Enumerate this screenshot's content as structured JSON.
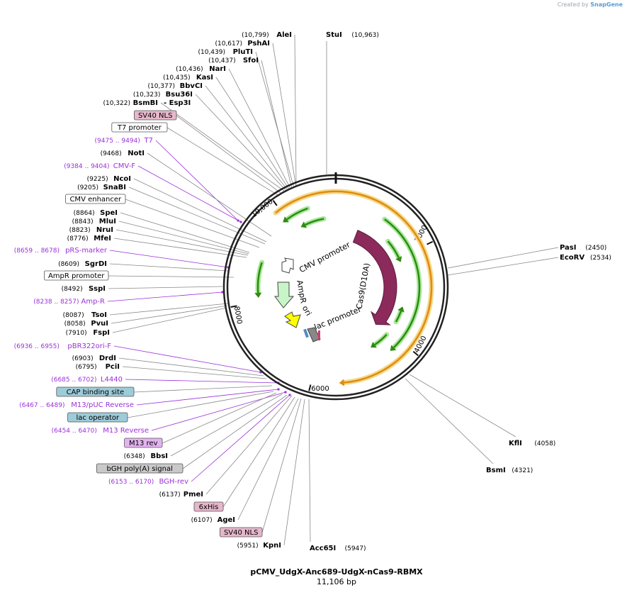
{
  "credit": {
    "prefix": "Created by",
    "brand": "SnapGene"
  },
  "plasmid": {
    "name": "pCMV_UdgX-Anc689-UdgX-nCas9-RBMX",
    "length_label": "11,106 bp",
    "length": 11106
  },
  "ticks": [
    "2000",
    "4000",
    "6000",
    "8000",
    "10,000"
  ],
  "left_labels": [
    {
      "kind": "site",
      "name": "AleI",
      "pos": "(10,799)"
    },
    {
      "kind": "site",
      "name": "PshAI",
      "pos": "(10,617)"
    },
    {
      "kind": "site",
      "name": "PluTI",
      "pos": "(10,439)"
    },
    {
      "kind": "site",
      "name": "SfoI",
      "pos": "(10,437)"
    },
    {
      "kind": "site",
      "name": "NarI",
      "pos": "(10,436)"
    },
    {
      "kind": "site",
      "name": "KasI",
      "pos": "(10,435)"
    },
    {
      "kind": "site",
      "name": "BbvCI",
      "pos": "(10,377)"
    },
    {
      "kind": "site",
      "name": "Bsu36I",
      "pos": "(10,323)"
    },
    {
      "kind": "site",
      "name": "BsmBI",
      "pos": "(10,322)",
      "extra": "- Esp3I"
    },
    {
      "kind": "box",
      "name": "SV40 NLS",
      "color": "#e6b7cb"
    },
    {
      "kind": "box",
      "name": "T7 promoter",
      "color": "#ffffff"
    },
    {
      "kind": "primer",
      "name": "T7",
      "pos": "(9475 .. 9494)"
    },
    {
      "kind": "site",
      "name": "NotI",
      "pos": "(9468)"
    },
    {
      "kind": "primer",
      "name": "CMV-F",
      "pos": "(9384 .. 9404)"
    },
    {
      "kind": "site",
      "name": "NcoI",
      "pos": "(9225)"
    },
    {
      "kind": "site",
      "name": "SnaBI",
      "pos": "(9205)"
    },
    {
      "kind": "box",
      "name": "CMV enhancer",
      "color": "#ffffff"
    },
    {
      "kind": "site",
      "name": "SpeI",
      "pos": "(8864)"
    },
    {
      "kind": "site",
      "name": "MluI",
      "pos": "(8843)"
    },
    {
      "kind": "site",
      "name": "NruI",
      "pos": "(8823)"
    },
    {
      "kind": "site",
      "name": "MfeI",
      "pos": "(8776)"
    },
    {
      "kind": "primer",
      "name": "pRS-marker",
      "pos": "(8659 .. 8678)"
    },
    {
      "kind": "site",
      "name": "SgrDI",
      "pos": "(8609)"
    },
    {
      "kind": "box",
      "name": "AmpR promoter",
      "color": "#ffffff"
    },
    {
      "kind": "site",
      "name": "SspI",
      "pos": "(8492)"
    },
    {
      "kind": "primer",
      "name": "Amp-R",
      "pos": "(8238 .. 8257)"
    },
    {
      "kind": "site",
      "name": "TsoI",
      "pos": "(8087)"
    },
    {
      "kind": "site",
      "name": "PvuI",
      "pos": "(8058)"
    },
    {
      "kind": "site",
      "name": "FspI",
      "pos": "(7910)"
    },
    {
      "kind": "primer",
      "name": "pBR322ori-F",
      "pos": "(6936 .. 6955)"
    },
    {
      "kind": "site",
      "name": "DrdI",
      "pos": "(6903)"
    },
    {
      "kind": "site",
      "name": "PciI",
      "pos": "(6795)"
    },
    {
      "kind": "primer",
      "name": "L4440",
      "pos": "(6685 .. 6702)"
    },
    {
      "kind": "box",
      "name": "CAP binding site",
      "color": "#9ecbd8"
    },
    {
      "kind": "primer",
      "name": "M13/pUC Reverse",
      "pos": "(6467 .. 6489)"
    },
    {
      "kind": "box",
      "name": "lac operator",
      "color": "#9ecbd8"
    },
    {
      "kind": "primer",
      "name": "M13 Reverse",
      "pos": "(6454 .. 6470)"
    },
    {
      "kind": "box",
      "name": "M13 rev",
      "color": "#e3b3f0"
    },
    {
      "kind": "site",
      "name": "BbsI",
      "pos": "(6348)"
    },
    {
      "kind": "box",
      "name": "bGH poly(A) signal",
      "color": "#c9c9c9"
    },
    {
      "kind": "primer",
      "name": "BGH-rev",
      "pos": "(6153 .. 6170)"
    },
    {
      "kind": "site",
      "name": "PmeI",
      "pos": "(6137)"
    },
    {
      "kind": "box",
      "name": "6xHis",
      "color": "#e6b7cb"
    },
    {
      "kind": "site",
      "name": "AgeI",
      "pos": "(6107)"
    },
    {
      "kind": "box",
      "name": "SV40 NLS",
      "color": "#e6b7cb"
    },
    {
      "kind": "site",
      "name": "KpnI",
      "pos": "(5951)"
    }
  ],
  "right_labels": [
    {
      "name": "StuI",
      "pos": "(10,963)"
    },
    {
      "name": "PasI",
      "pos": "(2450)"
    },
    {
      "name": "EcoRV",
      "pos": "(2534)"
    },
    {
      "name": "KflI",
      "pos": "(4058)"
    },
    {
      "name": "BsmI",
      "pos": "(4321)"
    },
    {
      "name": "Acc65I",
      "pos": "(5947)"
    }
  ],
  "features": [
    {
      "name": "Cas9(D10A)",
      "color": "#8c2a5c"
    },
    {
      "name": "CMV promoter",
      "color": "#ffffff"
    },
    {
      "name": "AmpR",
      "color": "#c8f5c8"
    },
    {
      "name": "ori",
      "color": "#ffff00"
    },
    {
      "name": "lac promoter",
      "color": "#ffffff"
    }
  ],
  "colors": {
    "primer": "#9b30d9",
    "orf_arrow": "#2e8b10",
    "orf_glow": "#a8e89a",
    "orange": "#e08b10",
    "orange_glow": "#f5d98a",
    "cas9": "#8c2a5c"
  }
}
